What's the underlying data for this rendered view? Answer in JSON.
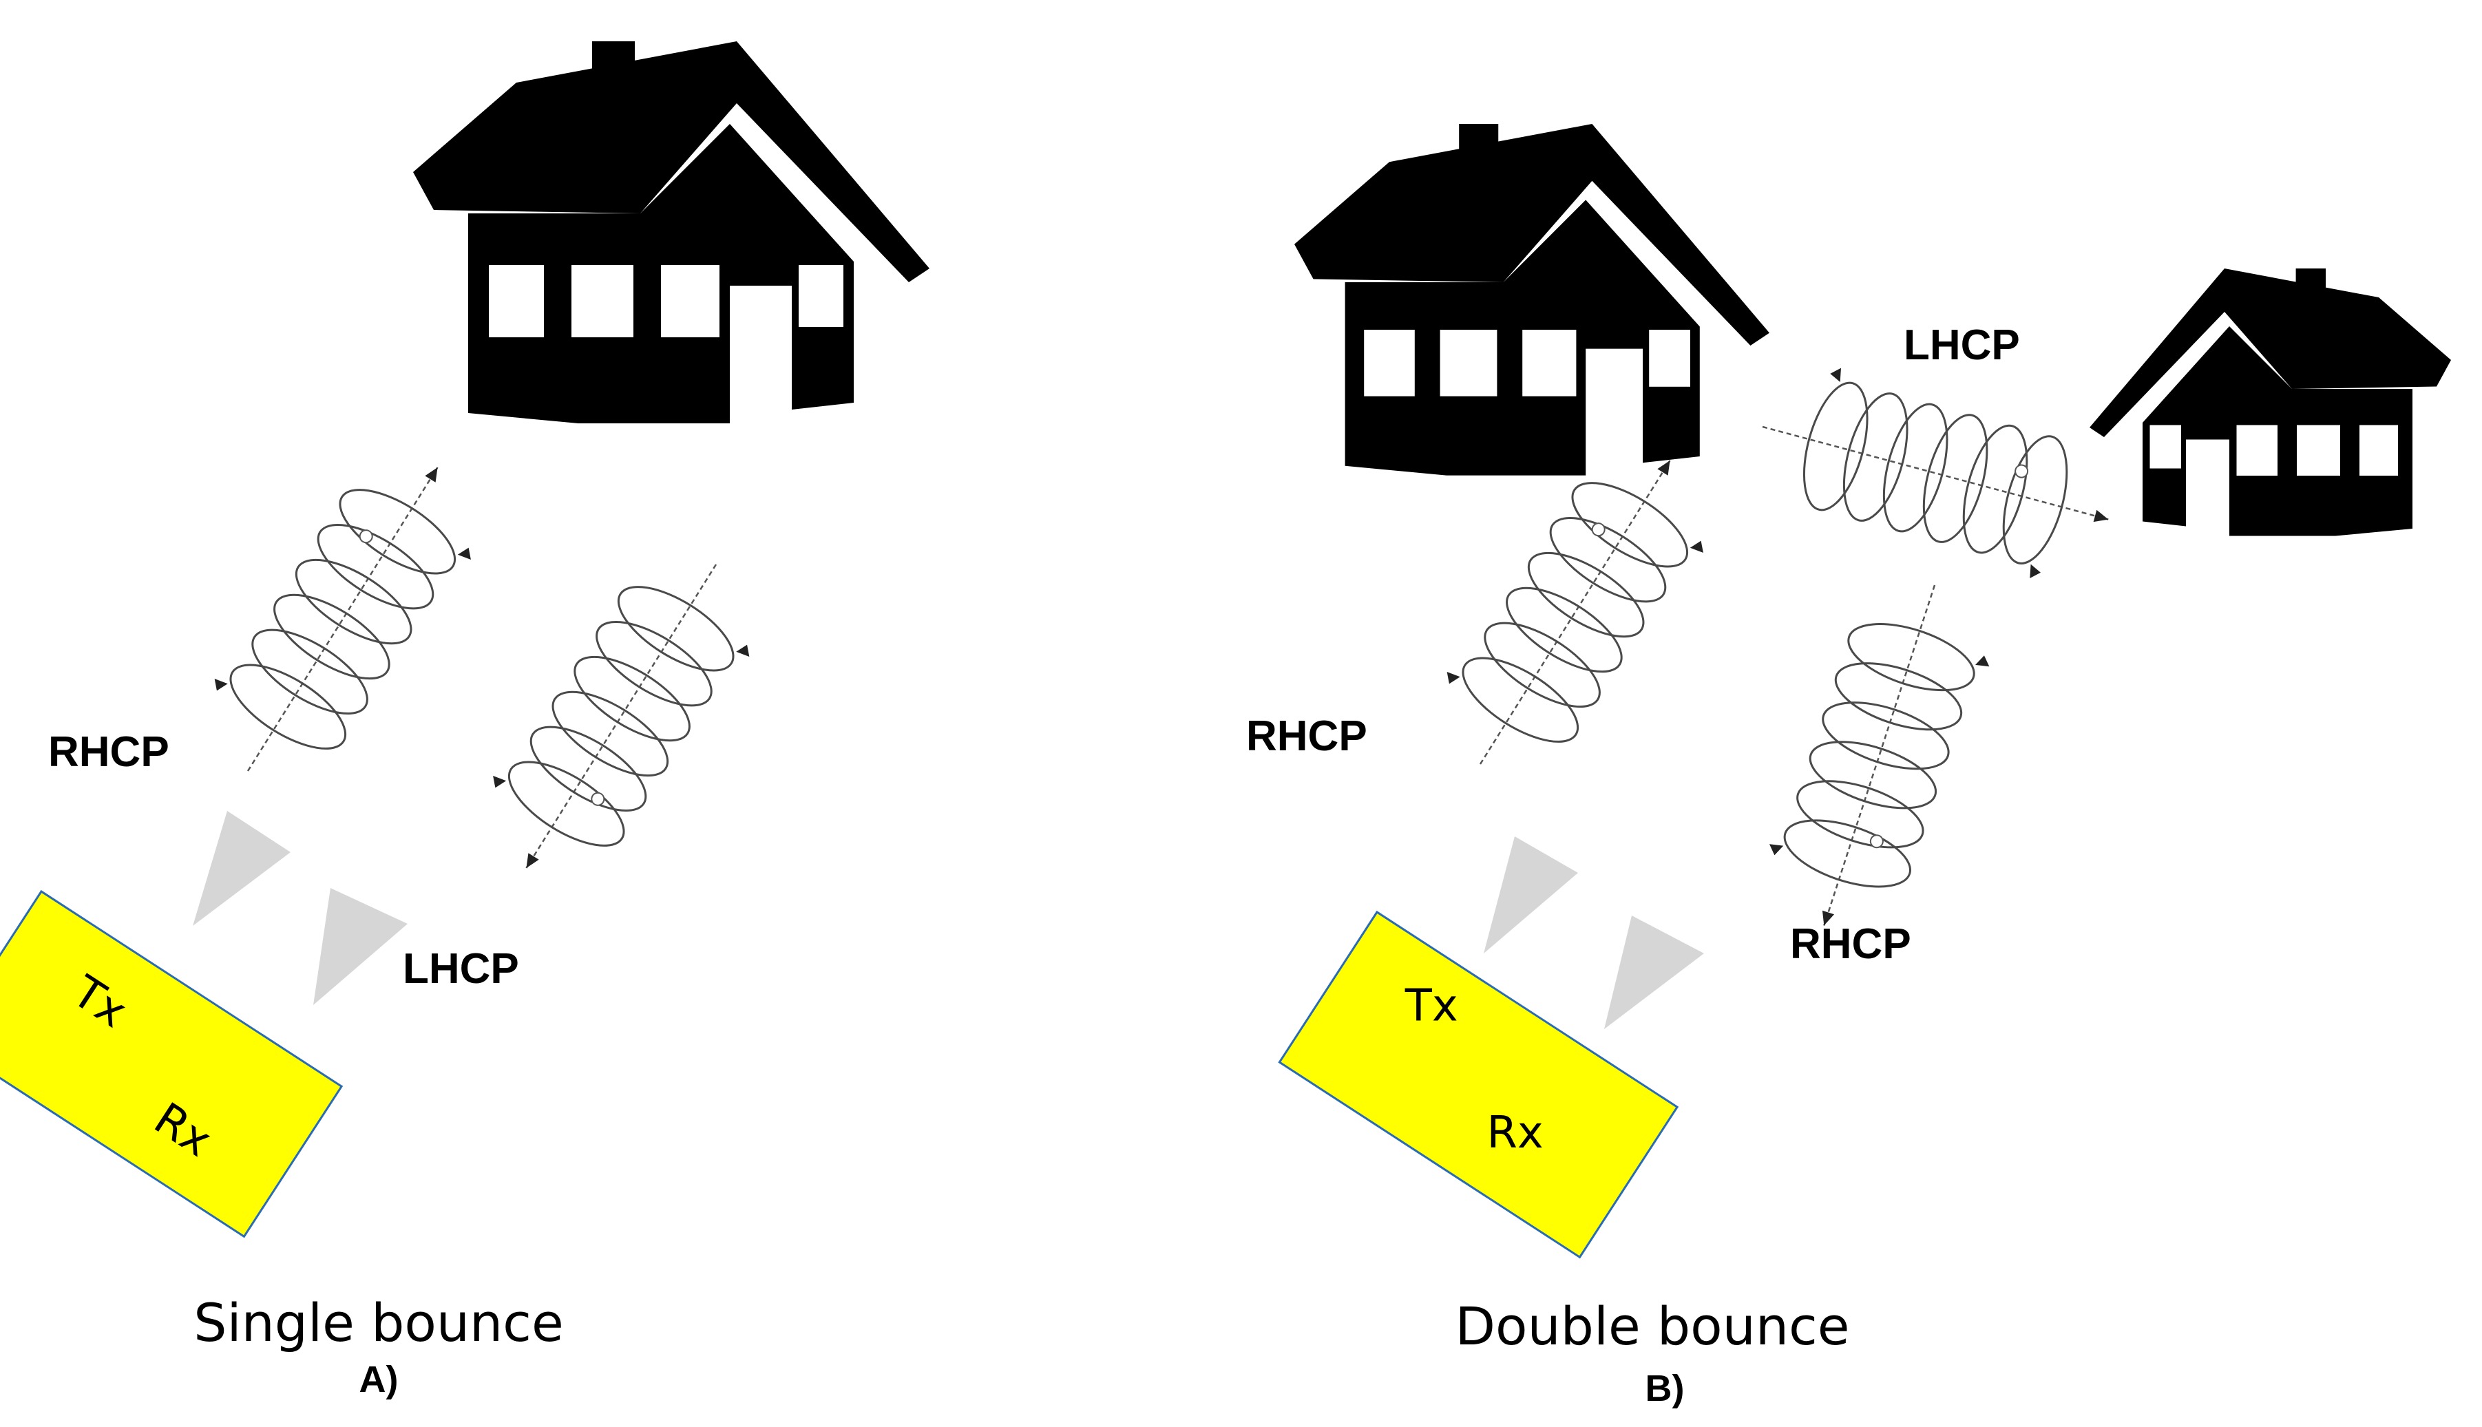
{
  "panel_a": {
    "polarization_labels": [
      "RHCP",
      "LHCP"
    ],
    "device": {
      "tx_label": "Tx",
      "rx_label": "Rx",
      "color": "#ffff00"
    },
    "caption": "Single bounce",
    "letter": "A)"
  },
  "panel_b": {
    "polarization_labels": [
      "RHCP",
      "LHCP",
      "RHCP"
    ],
    "device": {
      "tx_label": "Tx",
      "rx_label": "Rx",
      "color": "#ffff00"
    },
    "caption": "Double bounce",
    "letter": "B)"
  },
  "colors": {
    "house": "#000000",
    "antenna_cone": "#d6d6d6",
    "device_border": "#2a6bb5"
  }
}
